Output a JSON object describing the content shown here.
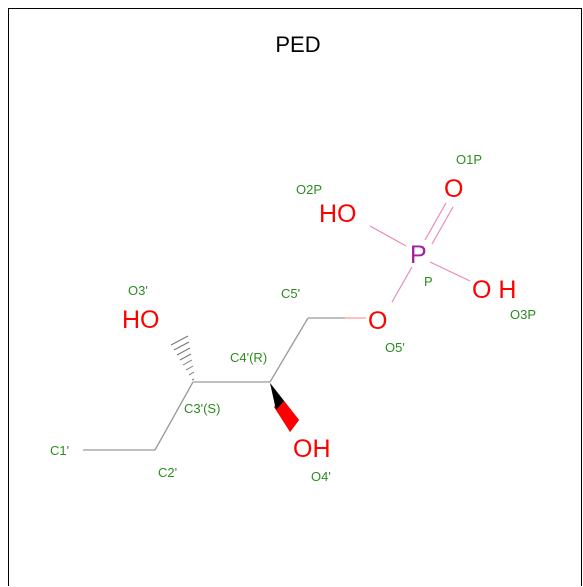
{
  "title": "PED",
  "colors": {
    "bond": "#9a9a9a",
    "oxygen": "#ff0000",
    "phosphorus": "#a020a0",
    "atom_label": "#2e8b22",
    "phosphate_bond": "#e88ab8"
  },
  "symbols": {
    "ho_top": "HO",
    "p": "P",
    "o_double": "O",
    "oh_right": "O H",
    "o_ester": "O",
    "ho_left": "HO",
    "oh_bottom": "OH"
  },
  "atom_labels": {
    "o1p": "O1P",
    "o2p": "O2P",
    "p": "P",
    "o3p": "O3P",
    "c5": "C5'",
    "o5": "O5'",
    "o3": "O3'",
    "c4": "C4'(R)",
    "c3": "C3'(S)",
    "c1": "C1'",
    "c2": "C2'",
    "o4": "O4'"
  }
}
